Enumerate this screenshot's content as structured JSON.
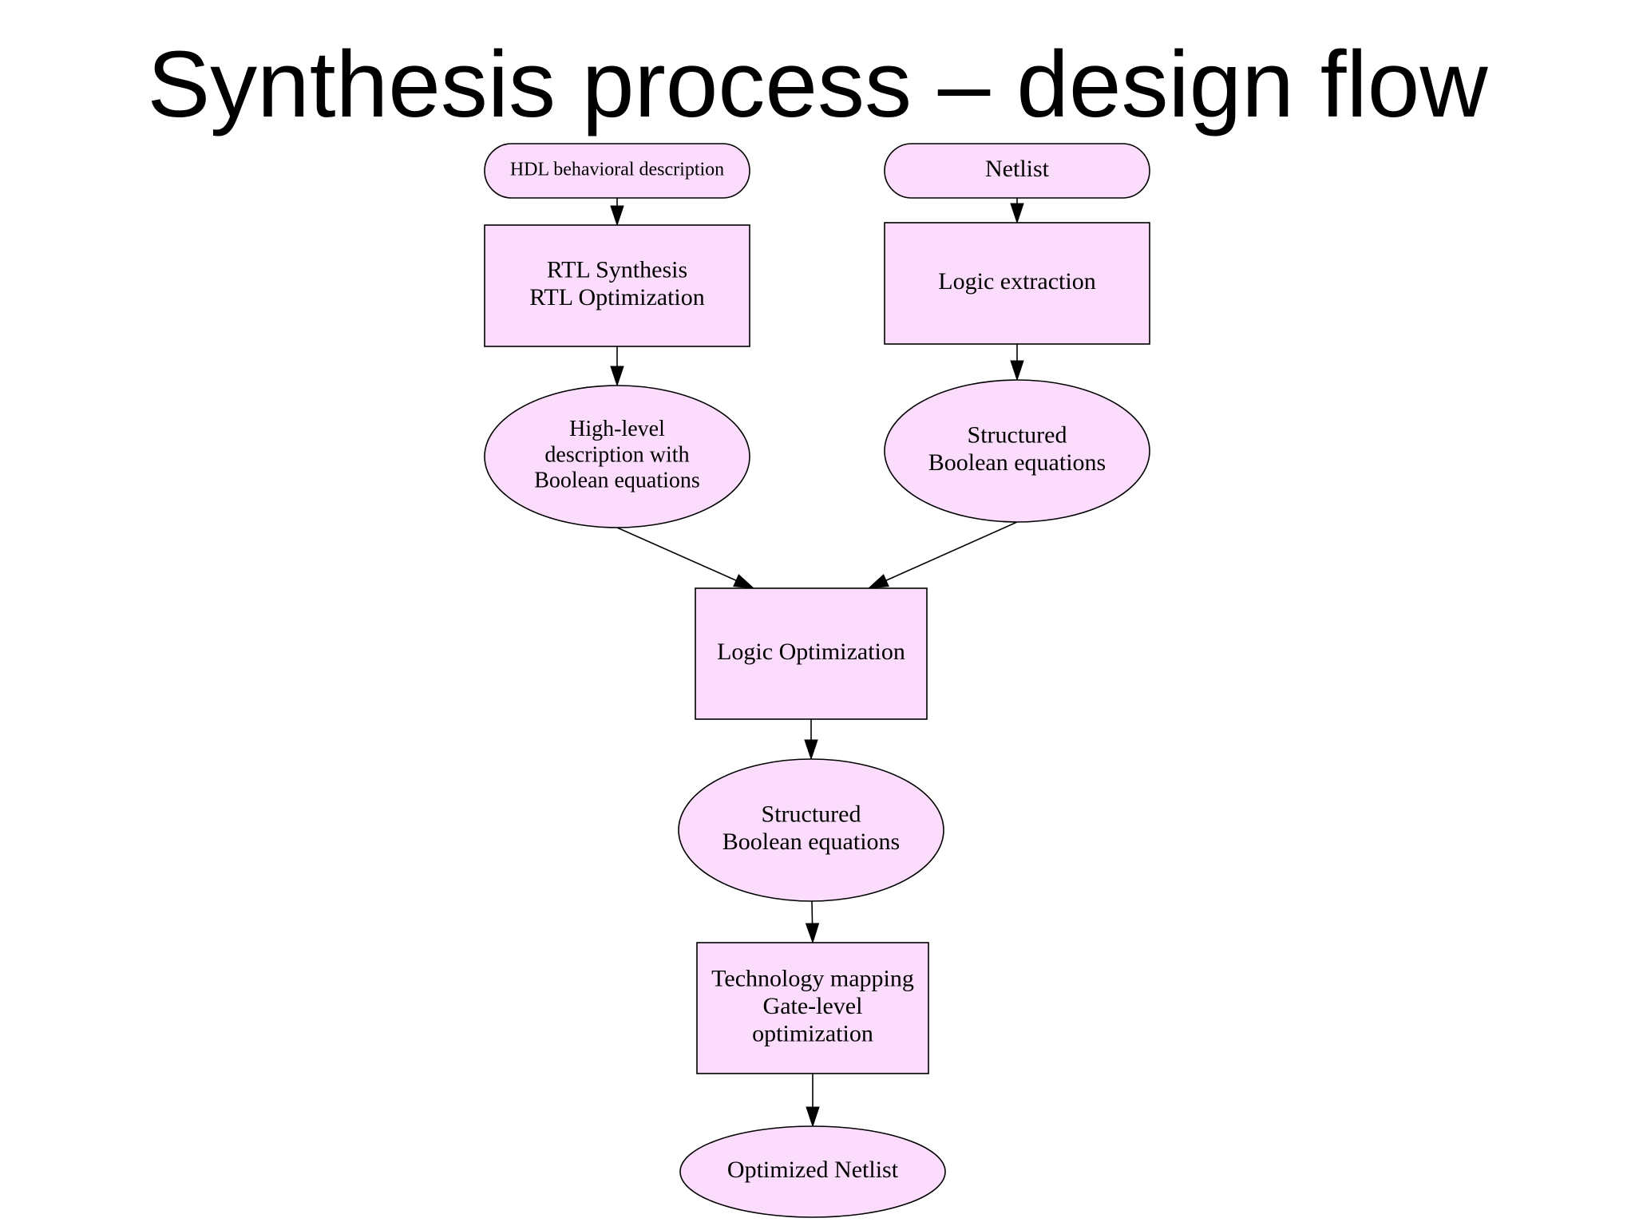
{
  "title": "Synthesis process – design flow",
  "colors": {
    "node_fill": "#fcdcfc",
    "stroke": "#000000"
  },
  "nodes": [
    {
      "id": "hdl",
      "shape": "stadium",
      "lines": [
        "HDL behavioral description"
      ]
    },
    {
      "id": "netlist",
      "shape": "stadium",
      "lines": [
        "Netlist"
      ]
    },
    {
      "id": "rtl",
      "shape": "rect",
      "lines": [
        "RTL Synthesis",
        "RTL Optimization"
      ]
    },
    {
      "id": "logic-extraction",
      "shape": "rect",
      "lines": [
        "Logic extraction"
      ]
    },
    {
      "id": "high-level",
      "shape": "ellipse",
      "lines": [
        "High-level",
        "description with",
        "Boolean equations"
      ]
    },
    {
      "id": "structured-1",
      "shape": "ellipse",
      "lines": [
        "Structured",
        "Boolean equations"
      ]
    },
    {
      "id": "logic-opt",
      "shape": "rect",
      "lines": [
        "Logic Optimization"
      ]
    },
    {
      "id": "structured-2",
      "shape": "ellipse",
      "lines": [
        "Structured",
        "Boolean equations"
      ]
    },
    {
      "id": "tech-map",
      "shape": "rect",
      "lines": [
        "Technology mapping",
        "Gate-level",
        "optimization"
      ]
    },
    {
      "id": "optimized-netlist",
      "shape": "ellipse",
      "lines": [
        "Optimized Netlist"
      ]
    }
  ],
  "edges": [
    {
      "from": "hdl",
      "to": "rtl"
    },
    {
      "from": "netlist",
      "to": "logic-extraction"
    },
    {
      "from": "rtl",
      "to": "high-level"
    },
    {
      "from": "logic-extraction",
      "to": "structured-1"
    },
    {
      "from": "high-level",
      "to": "logic-opt"
    },
    {
      "from": "structured-1",
      "to": "logic-opt"
    },
    {
      "from": "logic-opt",
      "to": "structured-2"
    },
    {
      "from": "structured-2",
      "to": "tech-map"
    },
    {
      "from": "tech-map",
      "to": "optimized-netlist"
    }
  ]
}
